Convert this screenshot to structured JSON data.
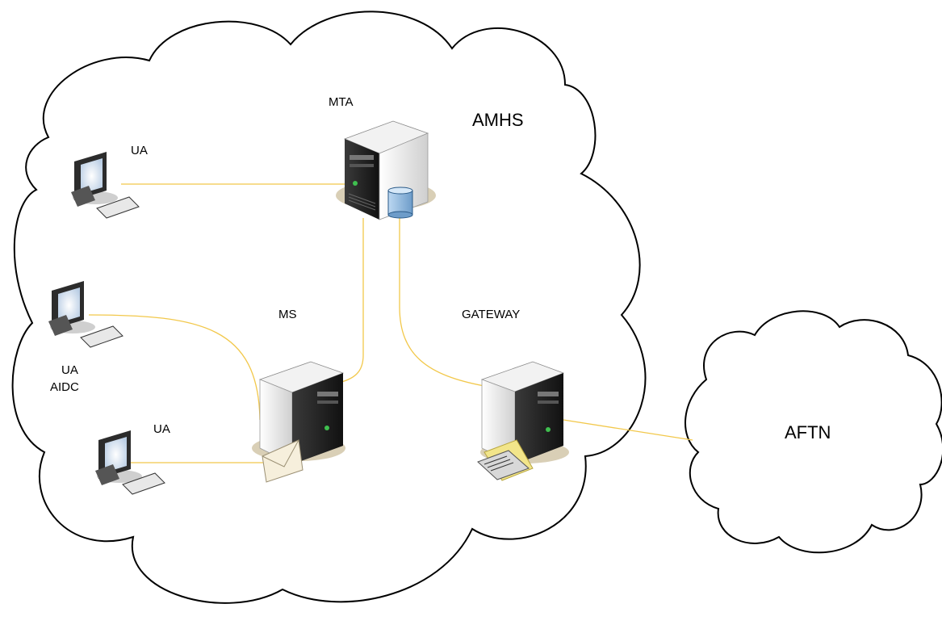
{
  "clouds": {
    "main_label": "AMHS",
    "external_label": "AFTN"
  },
  "nodes": {
    "mta_label": "MTA",
    "ms_label": "MS",
    "gateway_label": "GATEWAY",
    "ua_top_label": "UA",
    "ua_aidc_label_1": "UA",
    "ua_aidc_label_2": "AIDC",
    "ua_bottom_label": "UA"
  },
  "colors": {
    "link": "#f2c84b",
    "cloud_stroke": "#000000",
    "server_dark": "#2a2a2a",
    "server_light": "#e8e8e8",
    "monitor_screen": "#dfe9f5",
    "database": "#9cc4e8"
  },
  "icons": [
    "workstation-icon",
    "server-icon",
    "database-icon",
    "envelope-icon",
    "printer-icon"
  ]
}
